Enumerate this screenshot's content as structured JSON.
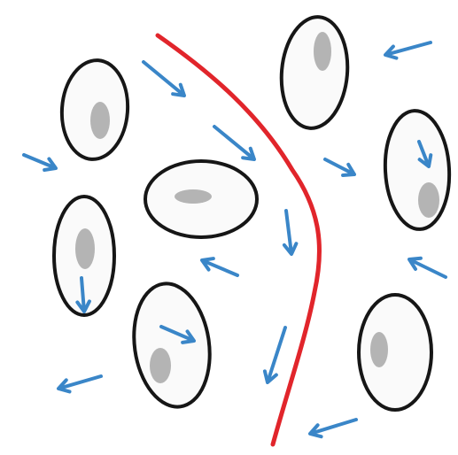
{
  "colors": {
    "background": "#ffffff",
    "boundary": "#e1252b",
    "arrow": "#3a86c8",
    "cell_outline": "#161616",
    "cell_fill": "#fafafa",
    "nucleus": "#b4b4b4"
  },
  "elements": {
    "boundary": "red-boundary-line",
    "cell": "cell-outline",
    "nucleus": "cell-nucleus",
    "arrow": "arrow-icon"
  }
}
